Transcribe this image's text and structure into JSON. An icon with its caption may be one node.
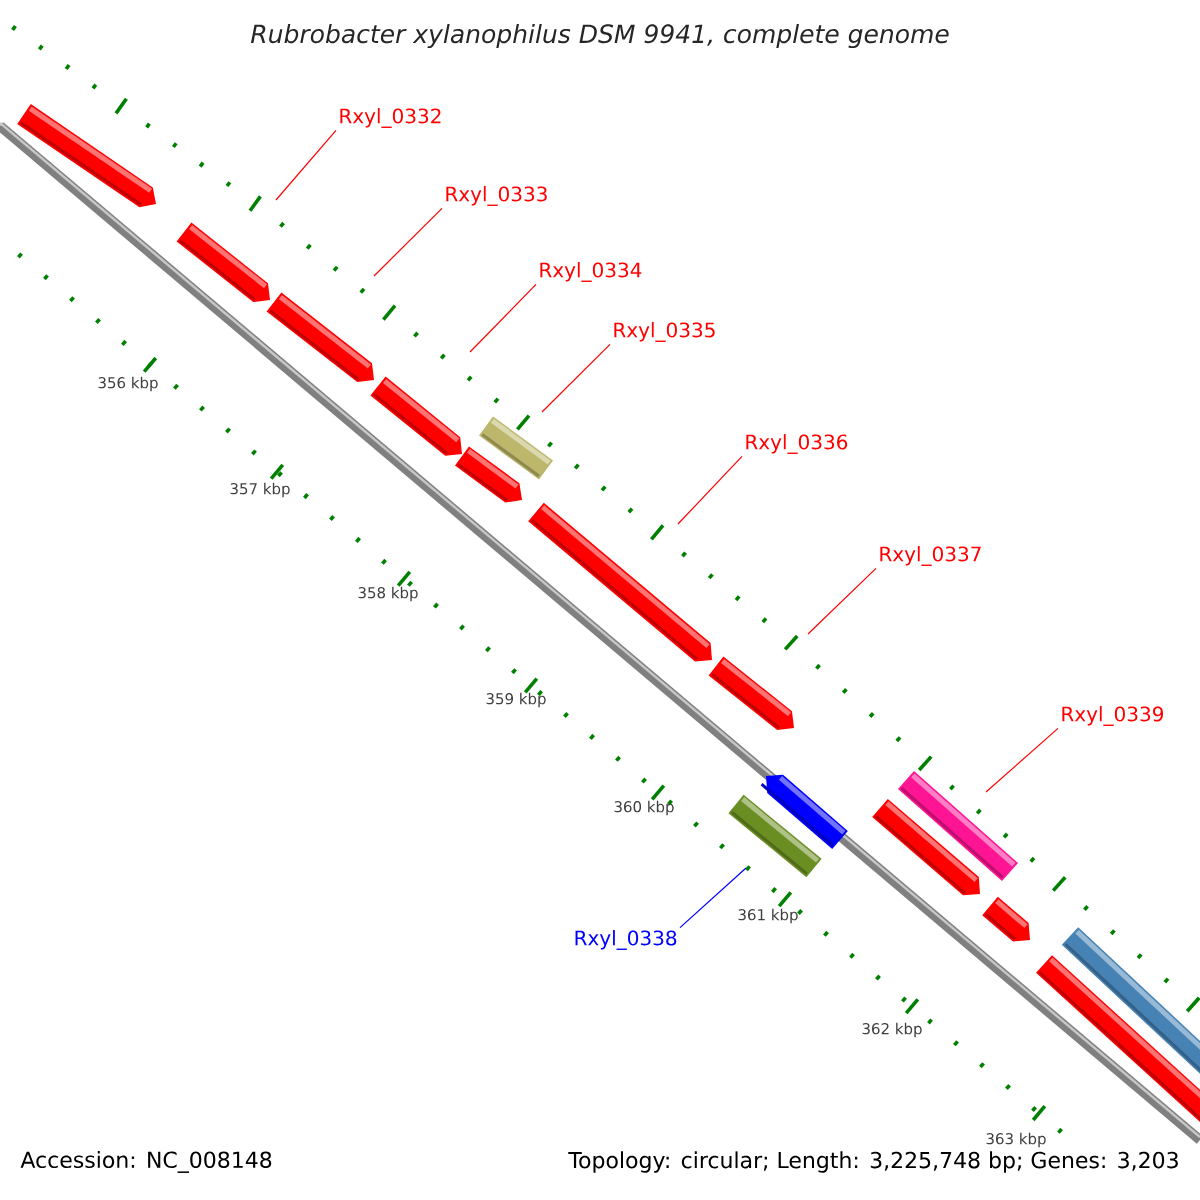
{
  "diagram": {
    "title": "Rubrobacter xylanophilus DSM 9941, complete genome",
    "nodes": [
      {
        "text": [
          "Rxyl_0332"
        ]
      },
      {
        "text": [
          "Rxyl_0333"
        ]
      },
      {
        "text": [
          "Rxyl_0334"
        ]
      },
      {
        "text": [
          "Rxyl_0335"
        ]
      },
      {
        "text": [
          "Rxyl_0336"
        ]
      },
      {
        "text": [
          "Rxyl_0337"
        ]
      },
      {
        "text": [
          "Rxyl_0339"
        ]
      },
      {
        "text": [
          "Rxyl_0338"
        ]
      }
    ],
    "edges": [
      {
        "from": 0,
        "to": null,
        "arrow": "none"
      },
      {
        "from": 1,
        "to": null,
        "arrow": "none"
      },
      {
        "from": 2,
        "to": null,
        "arrow": "none"
      },
      {
        "from": 3,
        "to": null,
        "arrow": "none"
      },
      {
        "from": 4,
        "to": null,
        "arrow": "none"
      },
      {
        "from": 5,
        "to": null,
        "arrow": "none"
      },
      {
        "from": 6,
        "to": null,
        "arrow": "none"
      },
      {
        "from": 7,
        "to": null,
        "arrow": "none",
        "color": "#0000ff"
      }
    ],
    "labels": [
      "356 kbp",
      "357 kbp",
      "358 kbp",
      "359 kbp",
      "360 kbp",
      "361 kbp",
      "362 kbp",
      "363 kbp",
      "Accession: NC_008148",
      "Topology: circular; Length: 3,225,748 bp; Genes: 3,203"
    ]
  }
}
